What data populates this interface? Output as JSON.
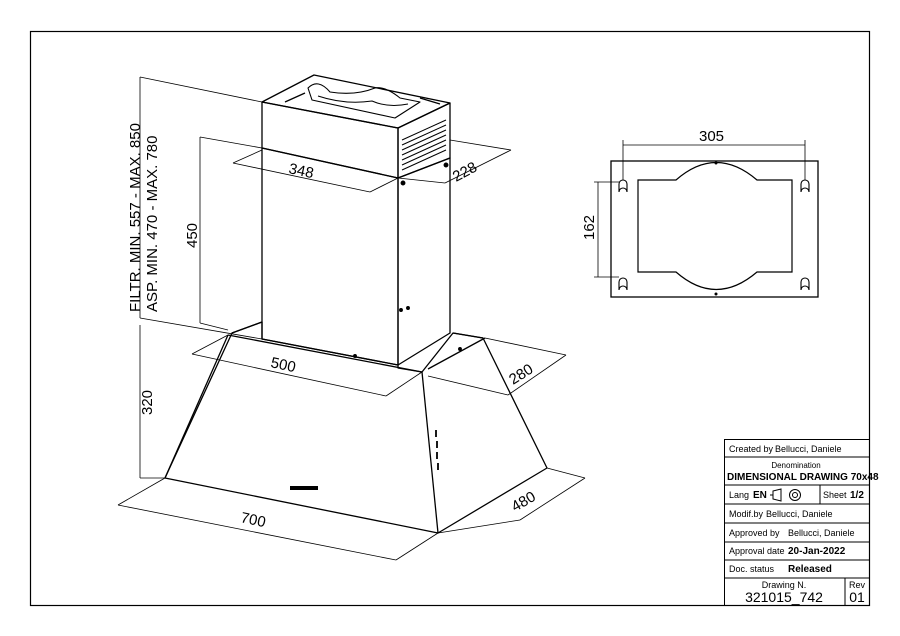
{
  "dimensions": {
    "chimney_height_note_1": "FILTR. MIN. 557 - MAX. 850",
    "chimney_height_note_2": "ASP. MIN. 470 - MAX. 780",
    "upper_chimney_height": "450",
    "chimney_width": "348",
    "chimney_depth": "228",
    "hood_top_width": "500",
    "hood_top_depth": "280",
    "hood_height": "320",
    "hood_bottom_width": "700",
    "hood_bottom_depth": "480",
    "bracket_width": "305",
    "bracket_height": "162"
  },
  "title_block": {
    "created_by_label": "Created by",
    "created_by": "Bellucci, Daniele",
    "denomination_label": "Denomination",
    "denomination": "DIMENSIONAL DRAWING 70x48",
    "lang_label": "Lang",
    "lang": "EN",
    "sheet_label": "Sheet",
    "sheet": "1/2",
    "modif_by_label": "Modif.by",
    "modif_by": "Bellucci, Daniele",
    "approved_by_label": "Approved by",
    "approved_by": "Bellucci, Daniele",
    "approval_date_label": "Approval date",
    "approval_date": "20-Jan-2022",
    "doc_status_label": "Doc. status",
    "doc_status": "Released",
    "drawing_no_label": "Drawing N.",
    "drawing_no": "321015_742",
    "rev_label": "Rev",
    "rev": "01"
  },
  "icons": [
    "projection-symbol-icon"
  ]
}
